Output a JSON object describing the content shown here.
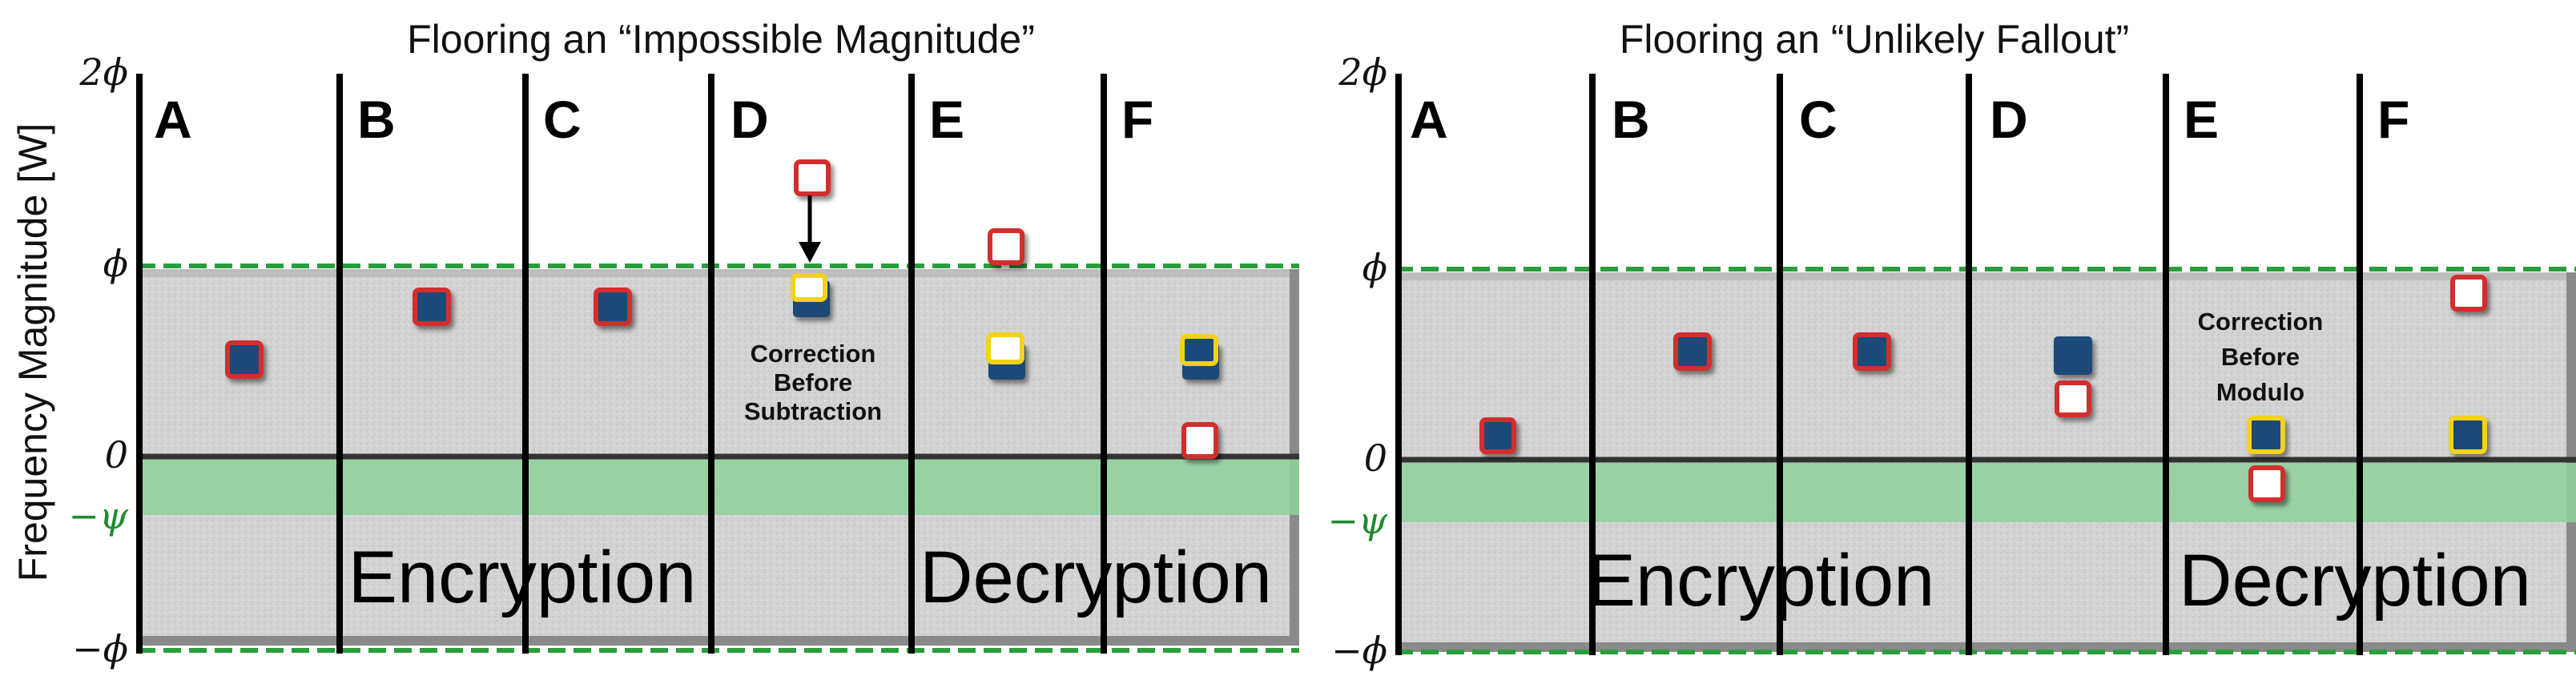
{
  "y_axis_label": "Frequency Magnitude [W]",
  "y_ticks": [
    "2ϕ",
    "ϕ",
    "0",
    "−ψ",
    "−ϕ"
  ],
  "colors": {
    "panel": "#cfcfcf",
    "green_band": "#8fd19e",
    "boundary": "#2a9d3c",
    "blue": "#1a4a78",
    "red": "#d32f2f",
    "yellow": "#f2d21b"
  },
  "panels": [
    {
      "title": "Flooring an “Impossible Magnitude”",
      "columns": [
        "A",
        "B",
        "C",
        "D",
        "E",
        "F"
      ],
      "phase_left": "Encryption",
      "phase_right": "Decryption",
      "note": [
        "Correction",
        "Before",
        "Subtraction"
      ]
    },
    {
      "title": "Flooring an “Unlikely Fallout”",
      "columns": [
        "A",
        "B",
        "C",
        "D",
        "E",
        "F"
      ],
      "phase_left": "Encryption",
      "phase_right": "Decryption",
      "note": [
        "Correction",
        "Before",
        "Modulo"
      ]
    }
  ]
}
